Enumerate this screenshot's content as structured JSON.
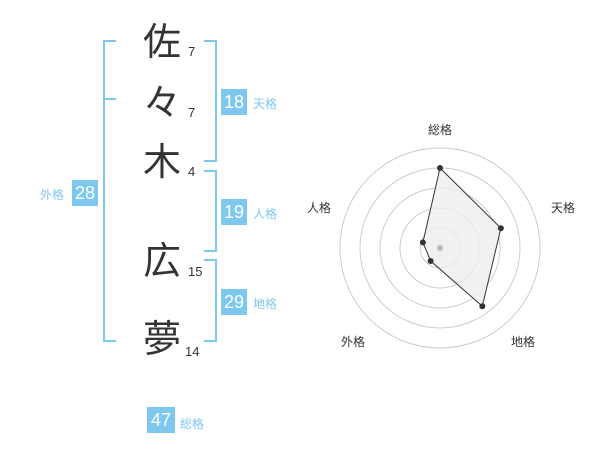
{
  "name": {
    "characters": [
      {
        "char": "佐",
        "strokes": "7"
      },
      {
        "char": "々",
        "strokes": "7"
      },
      {
        "char": "木",
        "strokes": "4"
      },
      {
        "char": "広",
        "strokes": "15"
      },
      {
        "char": "夢",
        "strokes": "14"
      }
    ]
  },
  "scores": {
    "tenkaku": {
      "value": "18",
      "label": "天格"
    },
    "jinkaku": {
      "value": "19",
      "label": "人格"
    },
    "chikaku": {
      "value": "29",
      "label": "地格"
    },
    "gaikaku": {
      "value": "28",
      "label": "外格"
    },
    "soukaku": {
      "value": "47",
      "label": "総格"
    }
  },
  "chart_data": {
    "type": "radar",
    "axes": [
      "総格",
      "天格",
      "地格",
      "外格",
      "人格"
    ],
    "values": [
      4.0,
      3.2,
      3.6,
      0.8,
      0.9
    ],
    "rmax": 5,
    "rings": 5,
    "colors": {
      "fill": "#eeeeee",
      "line": "#333333",
      "point": "#333333",
      "grid": "#cccccc",
      "center": "#bbbbbb"
    }
  },
  "colors": {
    "accent": "#7ec8f0",
    "text": "#333333"
  }
}
